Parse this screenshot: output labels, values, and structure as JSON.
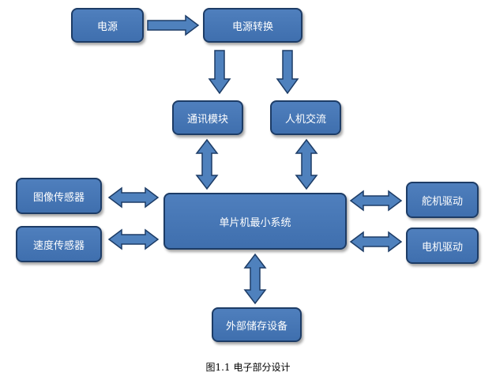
{
  "diagram": {
    "nodes": {
      "power": "电源",
      "power_convert": "电源转换",
      "comm_module": "通讯模块",
      "human_interaction": "人机交流",
      "image_sensor": "图像传感器",
      "speed_sensor": "速度传感器",
      "mcu_system": "单片机最小系统",
      "servo_drive": "舵机驱动",
      "motor_drive": "电机驱动",
      "external_storage": "外部储存设备"
    },
    "caption": "图1.1  电子部分设计"
  },
  "colors": {
    "box_fill": "#4a7ab8",
    "box_border": "#1d3c66",
    "arrow_fill": "#4f81bd",
    "arrow_border": "#1d3c66",
    "text": "#ffffff"
  }
}
